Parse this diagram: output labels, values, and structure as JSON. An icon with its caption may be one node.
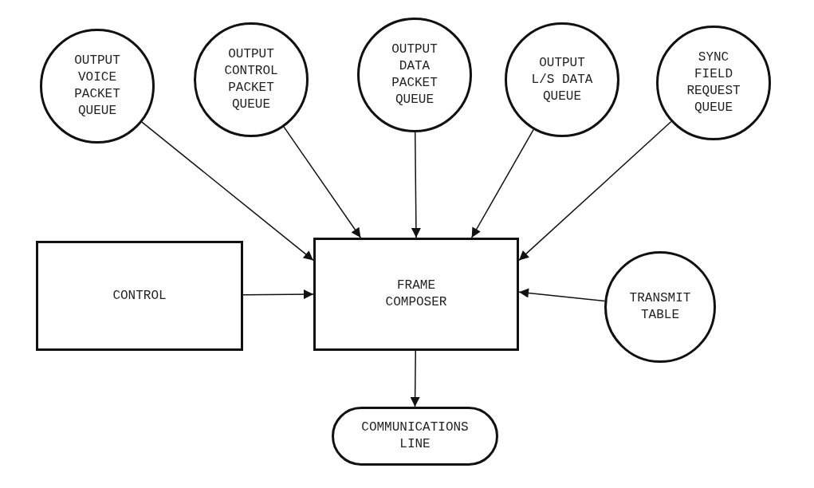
{
  "diagram": {
    "nodes": [
      {
        "text": [
          "OUTPUT VOICE PACKET QUEUE"
        ]
      },
      {
        "text": [
          "OUTPUT CONTROL PACKET QUEUE"
        ]
      },
      {
        "text": [
          "OUTPUT DATA PACKET QUEUE"
        ]
      },
      {
        "text": [
          "OUTPUT L/S DATA QUEUE"
        ]
      },
      {
        "text": [
          "SYNC FIELD REQUEST QUEUE"
        ]
      },
      {
        "text": [
          "CONTROL"
        ]
      },
      {
        "text": [
          "FRAME COMPOSER"
        ]
      },
      {
        "text": [
          "TRANSMIT TABLE"
        ]
      },
      {
        "text": [
          "COMMUNICATIONS LINE"
        ]
      }
    ],
    "edges": [
      {
        "from": 0,
        "to": 6,
        "arrow": "to"
      },
      {
        "from": 1,
        "to": 6,
        "arrow": "to"
      },
      {
        "from": 2,
        "to": 6,
        "arrow": "to"
      },
      {
        "from": 3,
        "to": 6,
        "arrow": "to"
      },
      {
        "from": 4,
        "to": 6,
        "arrow": "to"
      },
      {
        "from": 5,
        "to": 6,
        "arrow": "to"
      },
      {
        "from": 7,
        "to": 6,
        "arrow": "to"
      },
      {
        "from": 6,
        "to": 8,
        "arrow": "to"
      }
    ]
  }
}
